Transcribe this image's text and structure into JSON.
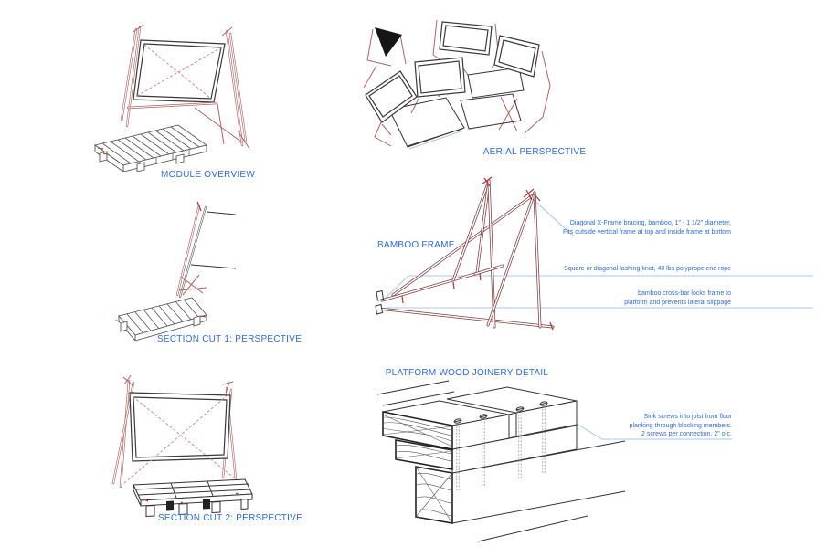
{
  "sheet": {
    "background": "#ffffff",
    "label_color": "#2F6BDB",
    "leader_color": "#A9C7F0",
    "bamboo_color": "#7E3B3B",
    "frame_color": "#B06363",
    "outline_color": "#333333"
  },
  "titles": {
    "module_overview": "MODULE OVERVIEW",
    "aerial_perspective": "AERIAL PERSPECTIVE",
    "section_cut_1": "SECTION CUT 1: PERSPECTIVE",
    "bamboo_frame": "BAMBOO FRAME",
    "section_cut_2": "SECTION CUT 2: PERSPECTIVE",
    "joinery_detail": "PLATFORM WOOD JOINERY DETAIL"
  },
  "annotations": {
    "bamboo_frame": [
      {
        "lines": [
          "Diagonal X-Frame bracing, bamboo, 1\" - 1 1/2\" diameter,",
          "Fits outside vertical frame at top and inside frame at bottom"
        ]
      },
      {
        "lines": [
          "Square or diagonal lashing knot, 40 lbs polypropelene rope"
        ]
      },
      {
        "lines": [
          "bamboo cross-bar locks frame to",
          "platform and prevents lateral slippage"
        ]
      }
    ],
    "joinery_detail": [
      {
        "lines": [
          "Sink screws into joist from floor",
          "planking through blocking members.",
          "2 screws per connection, 2\" o.c."
        ]
      }
    ]
  }
}
